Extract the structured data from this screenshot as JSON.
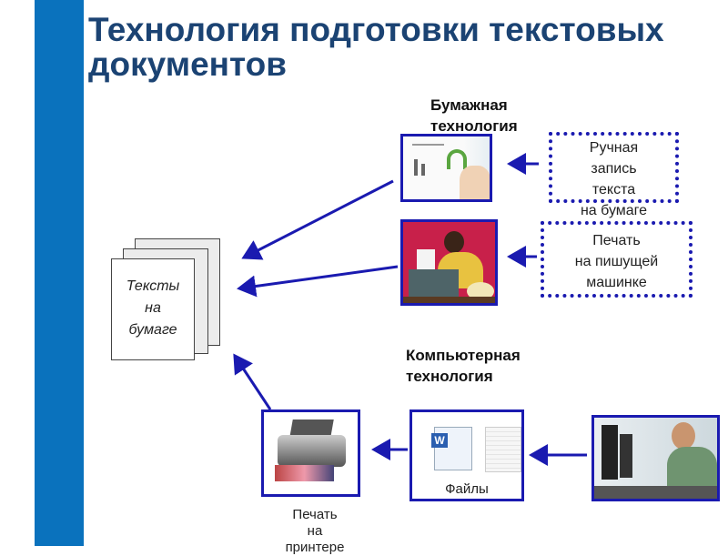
{
  "title": "Технология подготовки текстовых документов",
  "paper_tech": {
    "heading": "Бумажная технология",
    "handwriting_lines": [
      "Ручная",
      "запись",
      "текста",
      "на бумаге"
    ],
    "typewriter_lines": [
      "Печать",
      "на пишущей",
      "машинке"
    ]
  },
  "result": {
    "lines": [
      "Тексты",
      "на",
      "бумаге"
    ]
  },
  "computer_tech": {
    "heading": "Компьютерная технология",
    "files_label": "Файлы",
    "word_badge": "W",
    "printer_lines": [
      "Печать",
      "на",
      "принтере"
    ]
  },
  "colors": {
    "accent": "#0a72bd",
    "title": "#1b4373",
    "arrow": "#1a1ab0"
  }
}
